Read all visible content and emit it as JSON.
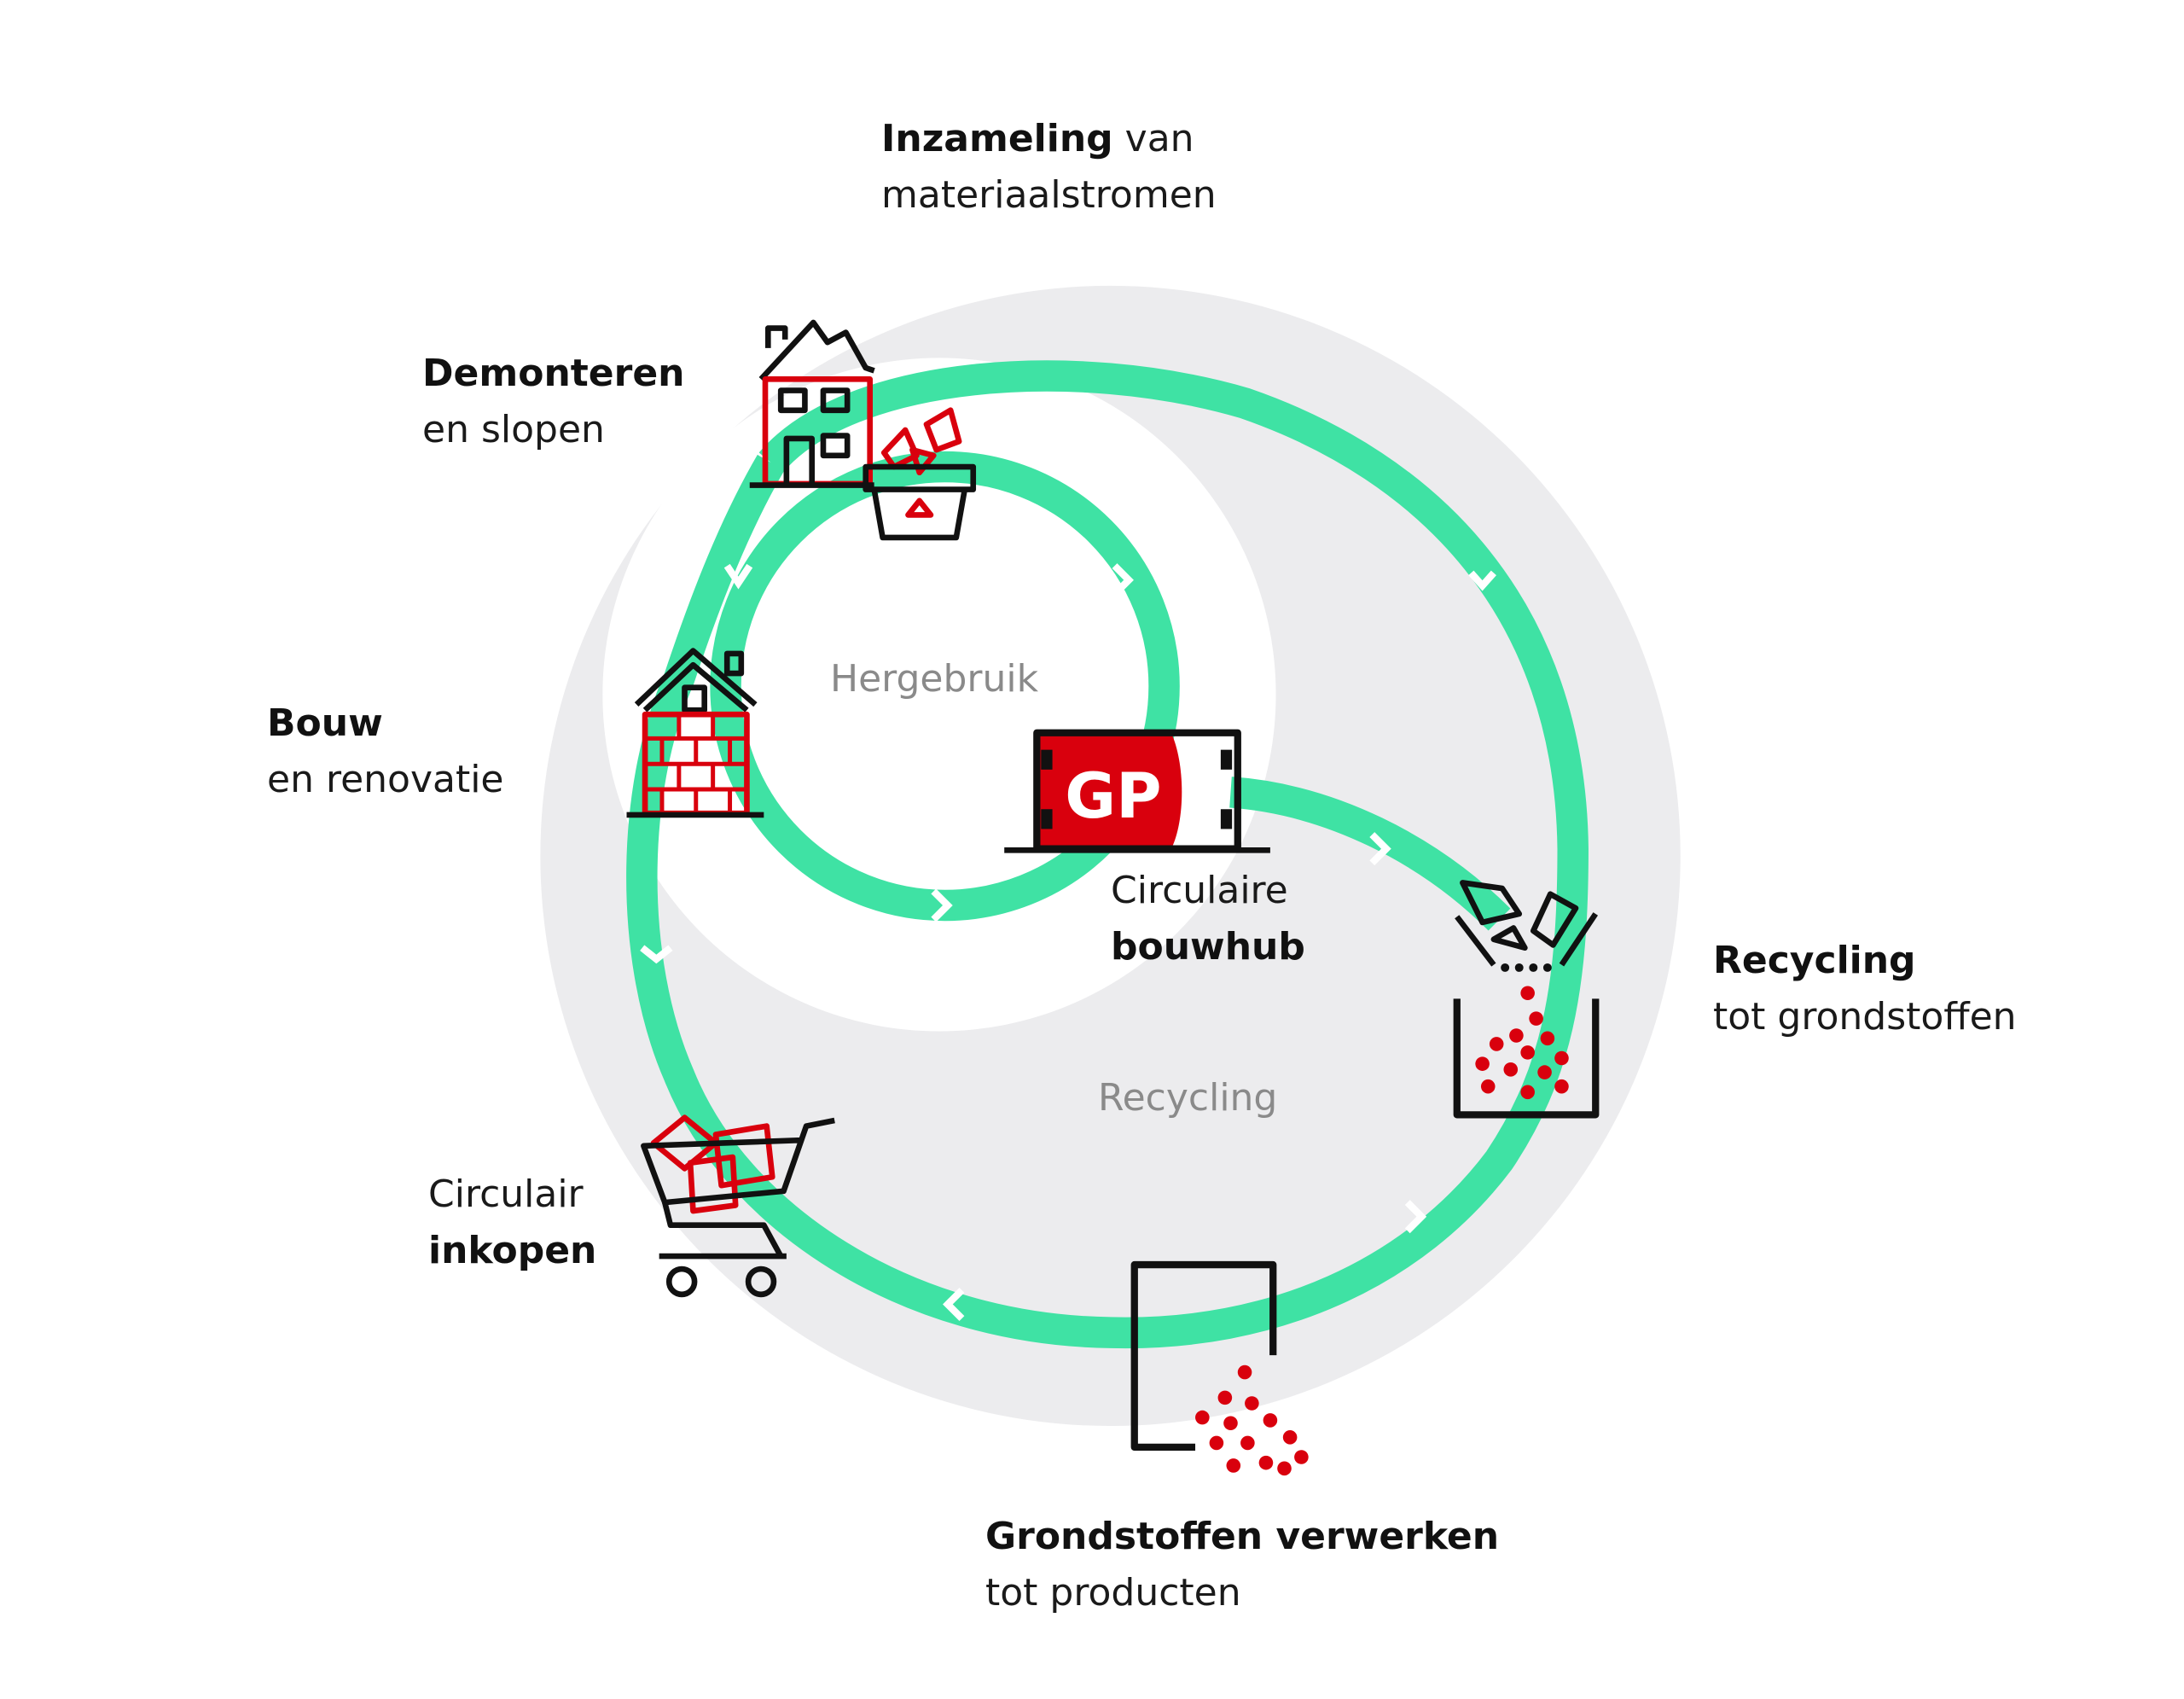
{
  "colors": {
    "flow_green": "#3fe2a4",
    "background_disc": "#ececee",
    "accent_red": "#d9000d",
    "icon_black": "#111111",
    "zone_label_gray": "#8a8a8a"
  },
  "zones": {
    "inner": "Hergebruik",
    "outer": "Recycling"
  },
  "hub": {
    "line1": "Circulaire",
    "line2": "bouwhub",
    "logo_text": "GP",
    "icon": "container-icon"
  },
  "steps": {
    "inzameling": {
      "bold": "Inzameling",
      "rest": " van",
      "line2": "materiaalstromen"
    },
    "demonteren": {
      "bold": "Demonteren",
      "line2": "en slopen",
      "icon": "demolition-house-icon"
    },
    "bouw": {
      "bold": "Bouw",
      "line2": "en renovatie",
      "icon": "brick-house-icon"
    },
    "inkopen": {
      "line1": "Circulair",
      "bold": "inkopen",
      "icon": "shopping-cart-icon"
    },
    "grondstoffen": {
      "bold": "Grondstoffen verwerken",
      "line2": "tot producten",
      "icon": "silo-icon"
    },
    "recycling": {
      "bold": "Recycling",
      "line2": "tot grondstoffen",
      "icon": "crusher-icon"
    }
  }
}
